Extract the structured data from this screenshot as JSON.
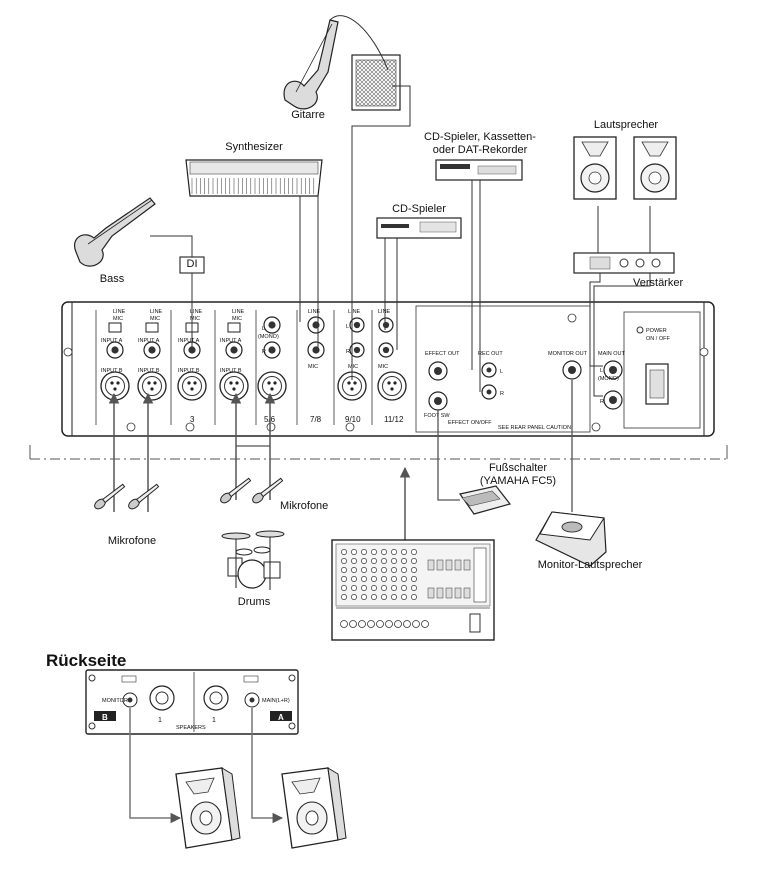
{
  "devices": {
    "guitar": "Gitarre",
    "synthesizer": "Synthesizer",
    "cd_tape_dat": [
      "CD-Spieler, Kassetten-",
      "oder DAT-Rekorder"
    ],
    "speakers_top": "Lautsprecher",
    "cd_player": "CD-Spieler",
    "amplifier": "Verstärker",
    "bass": "Bass",
    "di_box": "DI",
    "microphones_left": "Mikrofone",
    "microphones_mid": "Mikrofone",
    "drums": "Drums",
    "footswitch": [
      "Fußschalter",
      "(YAMAHA FC5)"
    ],
    "monitor_speaker": "Monitor-Lautsprecher"
  },
  "rear_panel": {
    "input_a_labels": [
      "INPUT A",
      "INPUT A",
      "INPUT A",
      "INPUT A"
    ],
    "input_b_labels": [
      "INPUT B",
      "INPUT B",
      "INPUT B",
      "INPUT B"
    ],
    "line_mic": "LINE\nMIC",
    "channels": [
      "3",
      "5/6",
      "7/8",
      "9/10",
      "11/12"
    ],
    "line": "LINE",
    "mic": "MIC",
    "effect_out": "EFFECT OUT",
    "rec_out": "REC OUT",
    "monitor_out": "MONITOR OUT",
    "main_out": "MAIN OUT",
    "power": "POWER",
    "power_state": "ON / OFF",
    "foot_sw": "FOOT SW",
    "effect_onoff": "EFFECT ON/OFF",
    "caution": "SEE REAR PANEL CAUTION",
    "l": "L",
    "r": "R",
    "mono": "(MONO)"
  },
  "rear_section": {
    "heading": "Rückseite",
    "monitor_label": "MONITOR",
    "main_label": "MAIN(L+R)",
    "speakers_label": "SPEAKERS",
    "badge_b": "B",
    "badge_a": "A",
    "one": "1"
  },
  "colors": {
    "line": "#222222",
    "panel_fill": "#ffffff",
    "gray": "#9a9a9a"
  }
}
